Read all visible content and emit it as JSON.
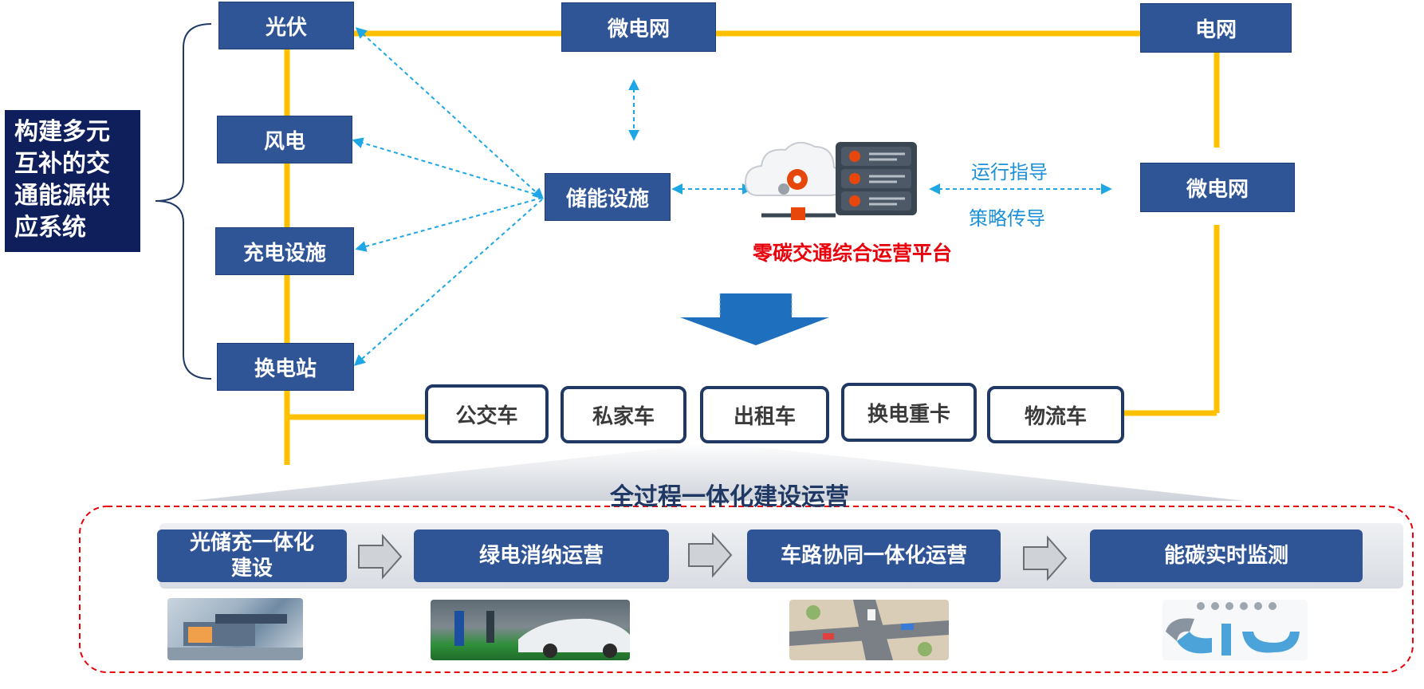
{
  "left_label": "构建多元互补的交通能源供应系统",
  "left_label_lines": [
    "构建多元",
    "互补的交",
    "通能源供",
    "应系统"
  ],
  "sources": {
    "pv": "光伏",
    "wind": "风电",
    "charging": "充电设施",
    "swap": "换电站"
  },
  "microgrid_top": "微电网",
  "grid": "电网",
  "microgrid_right": "微电网",
  "storage": "储能设施",
  "platform_name": "零碳交通综合运营平台",
  "platform_labels": {
    "upper": "运行指导",
    "lower": "策略传导"
  },
  "vehicles": [
    "公交车",
    "私家车",
    "出租车",
    "换电重卡",
    "物流车"
  ],
  "process_title": "全过程一体化建设运营",
  "stages": [
    "光储充一体化建设",
    "绿电消纳运营",
    "车路协同一体化运营",
    "能碳实时监测"
  ],
  "stage_lines": [
    [
      "光储充一体化",
      "建设"
    ],
    [
      "绿电消纳运营"
    ],
    [
      "车路协同一体化运营"
    ],
    [
      "能碳实时监测"
    ]
  ],
  "colors": {
    "box_blue": "#2f5597",
    "dark_navy": "#0f1f5c",
    "power_line": "#ffc000",
    "dashed_arrow": "#1ea7e4",
    "platform_red": "#e8000b",
    "border_red": "#e8000b",
    "down_arrow": "#1f6fbf"
  },
  "icons": [
    "cloud-gear-icon",
    "server-rack-icon",
    "down-arrow-icon",
    "gray-right-arrow-icon"
  ]
}
